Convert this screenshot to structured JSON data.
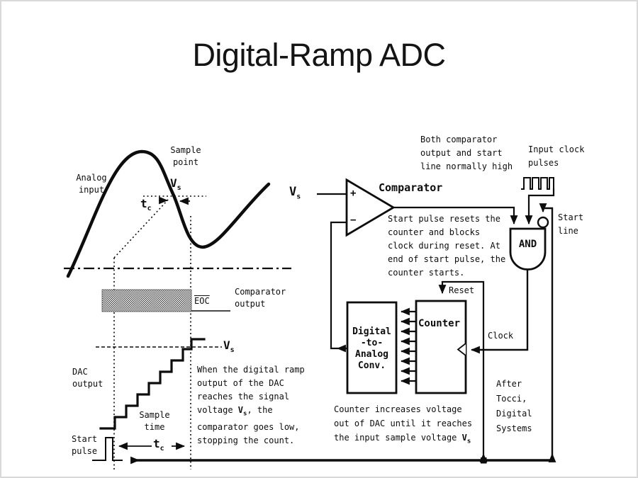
{
  "colors": {
    "ink": "#0d0d0d",
    "background": "#ffffff"
  },
  "slide": {
    "title": "Digital-Ramp ADC"
  },
  "symbols": {
    "vs": {
      "base": "V",
      "sub": "s"
    },
    "tc": {
      "base": "t",
      "sub": "c"
    },
    "plus": "+",
    "minus": "−",
    "eoc": "EOC"
  },
  "waveform": {
    "analog_input": "Analog\ninput",
    "sample_point": "Sample\npoint",
    "comparator_output": "Comparator\noutput",
    "dac_output": "DAC\noutput",
    "sample_time": "Sample\ntime",
    "start_pulse": "Start\npulse"
  },
  "circuit": {
    "comparator": "Comparator",
    "and_gate": "AND",
    "counter": "Counter",
    "dac": "Digital\n-to-\nAnalog\nConv.",
    "reset": "Reset",
    "clock": "Clock",
    "start_line": "Start\nline",
    "input_clock": "Input clock\npulses"
  },
  "notes": {
    "normally_high": "Both comparator\noutput and start\nline normally high",
    "start_pulse_resets": "Start pulse resets the\ncounter and blocks\nclock during reset. At\nend of start pulse, the\ncounter starts.",
    "when_ramp_p1": "When the digital ramp\noutput of the DAC\nreaches the signal\nvoltage ",
    "when_ramp_p2": ", the\ncomparator goes low,\nstopping the count.",
    "counter_increases_p1": "Counter increases voltage\nout of DAC until it reaches\nthe input sample voltage ",
    "credit": "After\nTocci,\nDigital\nSystems"
  }
}
